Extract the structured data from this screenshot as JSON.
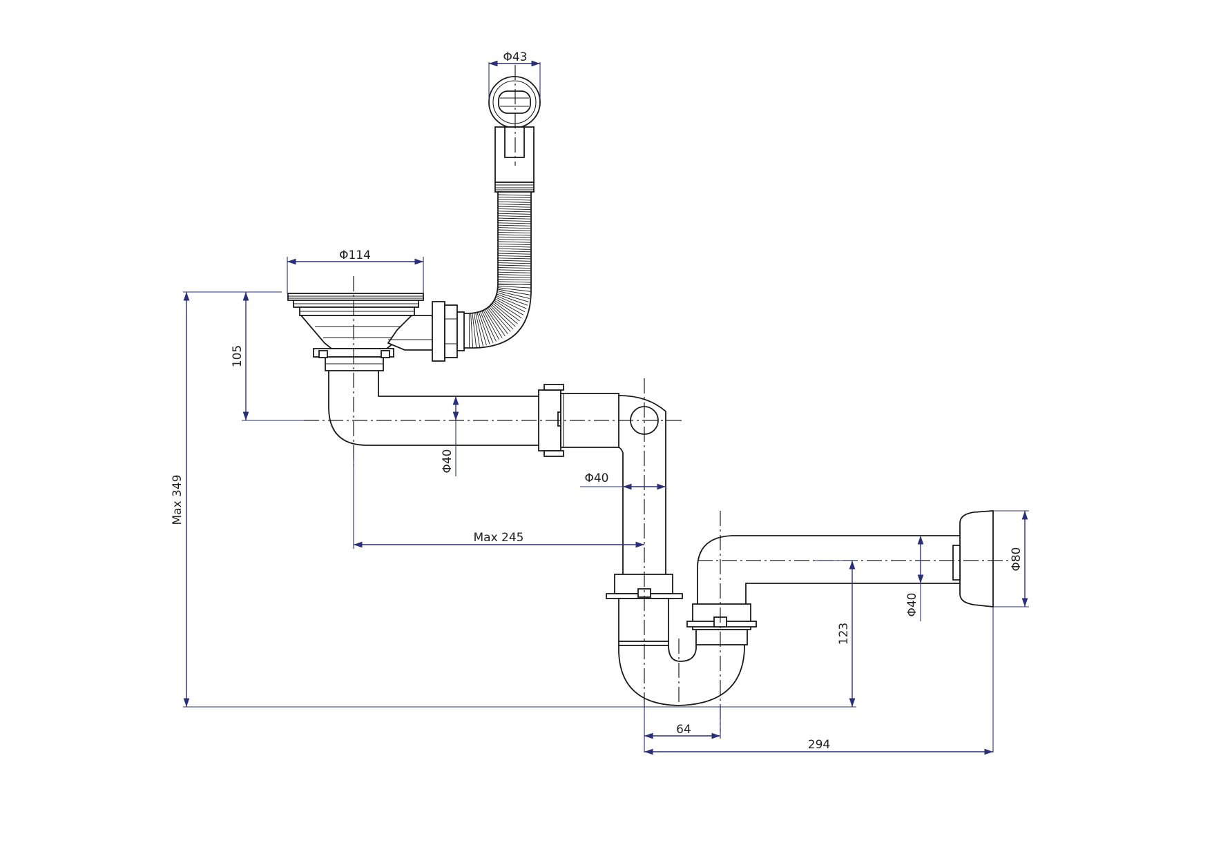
{
  "dimensions": {
    "overflow_diameter": "Φ43",
    "strainer_diameter": "Φ114",
    "strainer_height": "105",
    "max_height": "Max 349",
    "horizontal_pipe_diameter": "Φ40",
    "vertical_pipe_diameter": "Φ40",
    "max_reach": "Max 245",
    "outlet_pipe_diameter": "Φ40",
    "outlet_height": "123",
    "wall_rosette_diameter": "Φ80",
    "trap_offset": "64",
    "trap_to_wall": "294"
  },
  "colors": {
    "line": "#1a1a1a",
    "dimension": "#2a2f7a"
  }
}
